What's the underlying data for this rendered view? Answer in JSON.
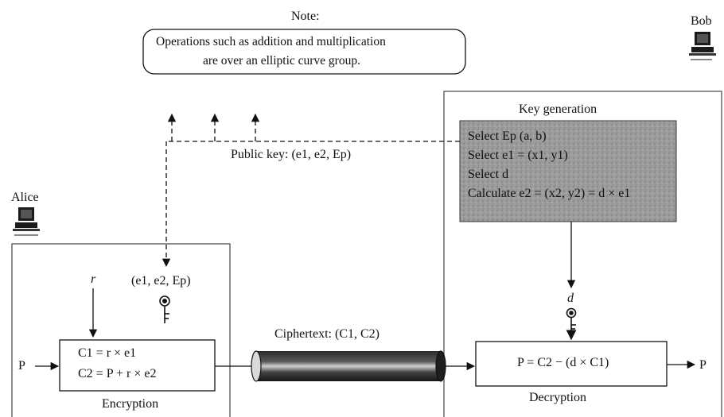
{
  "note": {
    "title": "Note:",
    "line1": "Operations such as addition and multiplication",
    "line2": "are over an elliptic curve group."
  },
  "actors": {
    "alice": "Alice",
    "bob": "Bob"
  },
  "public_key_label": "Public key: (e1, e2, Ep)",
  "alice_side": {
    "random_label": "r",
    "key_tuple": "(e1, e2, Ep)",
    "plaintext_in": "P",
    "encryption": {
      "line1": "C1 = r × e1",
      "line2": "C2 = P + r × e2",
      "caption": "Encryption"
    }
  },
  "channel_label": "Ciphertext: (C1, C2)",
  "bob_side": {
    "keygen": {
      "title": "Key generation",
      "line1": "Select Ep (a, b)",
      "line2": "Select e1 = (x1, y1)",
      "line3": "Select d",
      "line4": "Calculate e2 = (x2, y2) = d × e1"
    },
    "private_key_label": "d",
    "decryption": {
      "formula": "P = C2 − (d × C1)",
      "caption": "Decryption"
    },
    "plaintext_out": "P"
  },
  "colors": {
    "ink": "#111111",
    "keygen_fill": "#9a9a9a",
    "pipe_dark": "#2b2b2b",
    "pipe_light": "#cfcfcf",
    "panel_border": "#444444"
  }
}
